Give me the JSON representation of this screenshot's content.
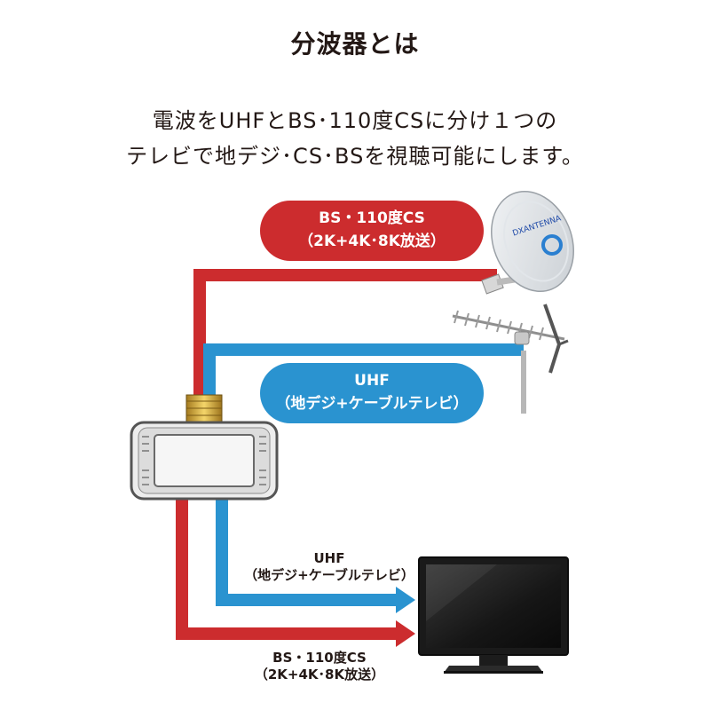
{
  "title": "分波器とは",
  "description": {
    "line1": "電波をUHFとBS･110度CSに分け１つの",
    "line2": "テレビで地デジ･CS･BSを視聴可能にします。"
  },
  "labels": {
    "bs_input_line1": "BS・110度CS",
    "bs_input_line2": "（2K+4K･8K放送）",
    "uhf_input_line1": "UHF",
    "uhf_input_line2": "（地デジ+ケーブルテレビ）",
    "uhf_output_line1": "UHF",
    "uhf_output_line2": "（地デジ+ケーブルテレビ）",
    "bs_output_line1": "BS・110度CS",
    "bs_output_line2": "（2K+4K･8K放送）"
  },
  "colors": {
    "bs_red": "#cc2c2e",
    "uhf_blue": "#2a93d0",
    "text": "#231815"
  },
  "icons": [
    "satellite-dish-icon",
    "uhf-antenna-icon",
    "splitter-icon",
    "television-icon"
  ]
}
